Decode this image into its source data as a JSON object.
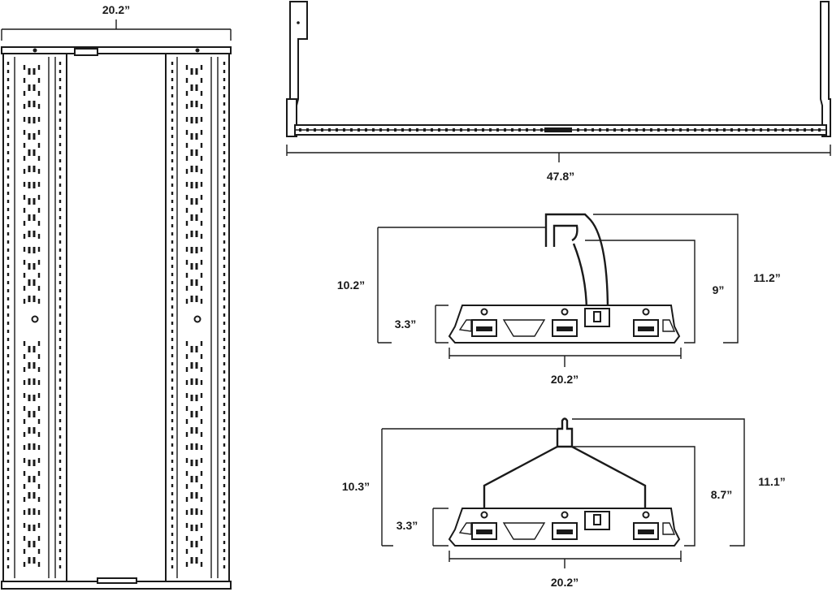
{
  "front_view": {
    "width_label": "20.2”"
  },
  "side_view": {
    "length_label": "47.8”"
  },
  "end_view_hook": {
    "overall_height_label": "10.2”",
    "body_height_label": "3.3”",
    "hook_height_label": "9”",
    "max_height_label": "11.2”",
    "width_label": "20.2”"
  },
  "end_view_yoke": {
    "overall_height_label": "10.3”",
    "body_height_label": "3.3”",
    "hanger_height_label": "8.7”",
    "max_height_label": "11.1”",
    "width_label": "20.2”"
  }
}
